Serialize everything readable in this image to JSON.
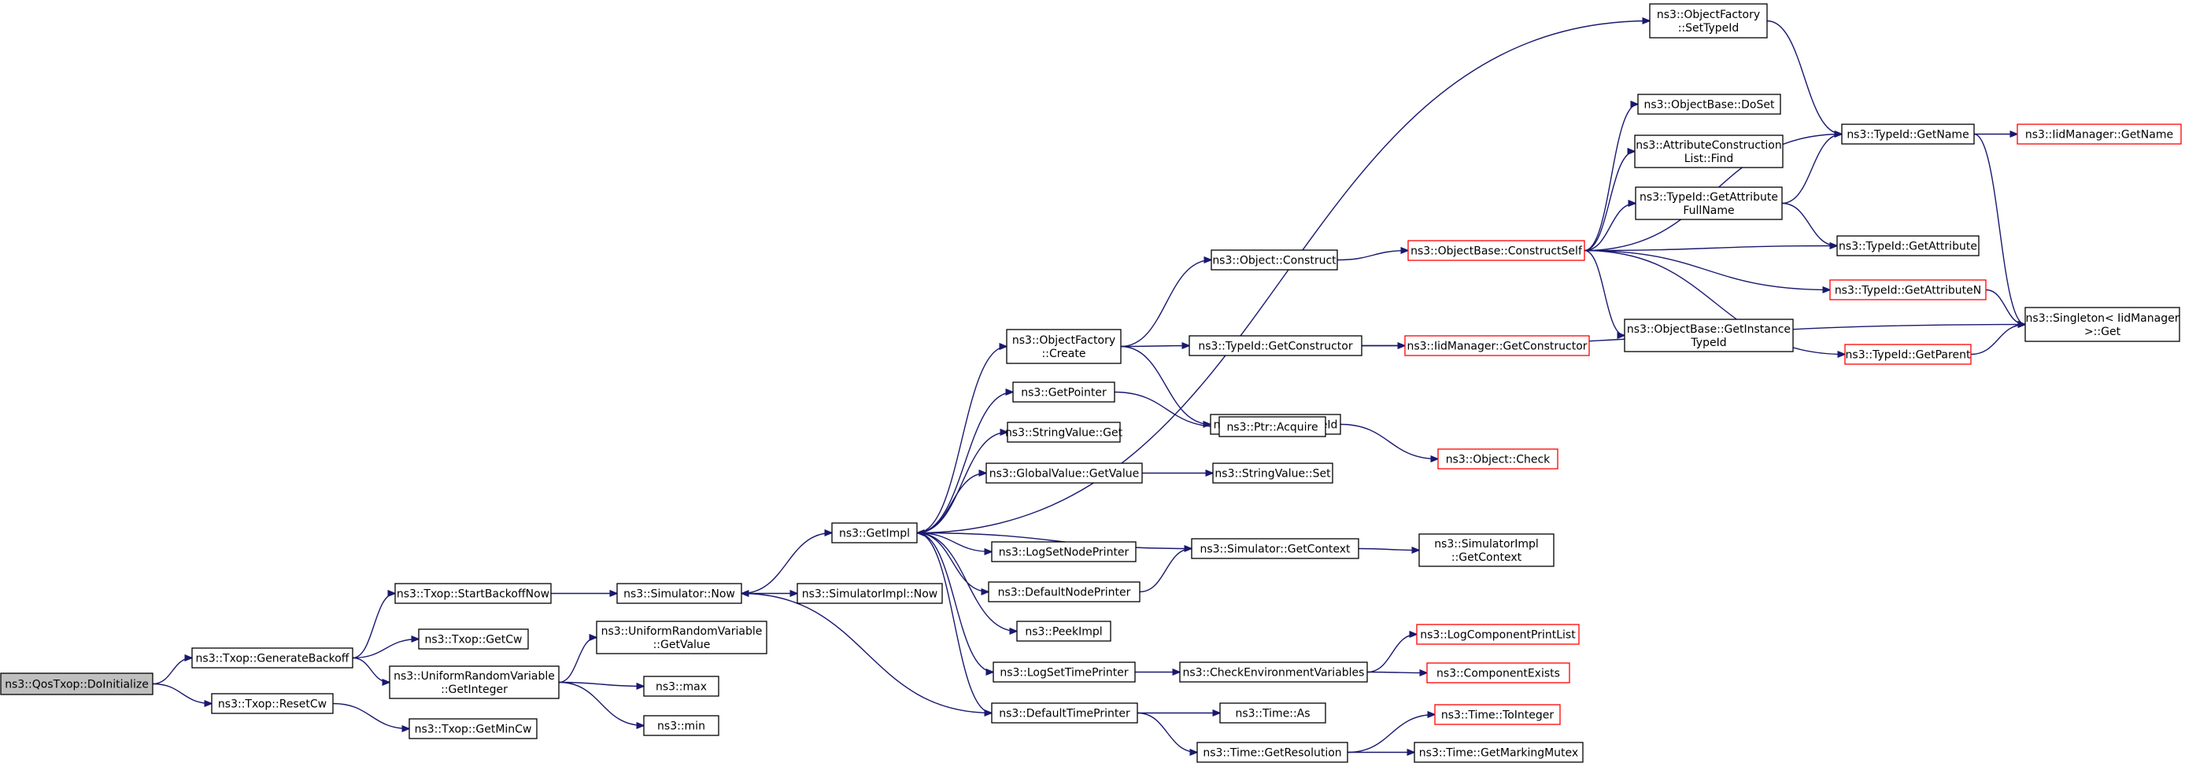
{
  "colors": {
    "edge": "#191970",
    "truncated_border": "#ff0000",
    "root_fill": "#bfbfbf",
    "border": "#000000"
  },
  "nodes": [
    {
      "id": "root",
      "lines": [
        "ns3::QosTxop::DoInitialize"
      ],
      "style": "root"
    },
    {
      "id": "genBackoff",
      "lines": [
        "ns3::Txop::GenerateBackoff"
      ]
    },
    {
      "id": "resetCw",
      "lines": [
        "ns3::Txop::ResetCw"
      ]
    },
    {
      "id": "startBackoff",
      "lines": [
        "ns3::Txop::StartBackoffNow"
      ]
    },
    {
      "id": "getCw",
      "lines": [
        "ns3::Txop::GetCw"
      ]
    },
    {
      "id": "uGetInteger",
      "lines": [
        "ns3::UniformRandomVariable",
        "::GetInteger"
      ]
    },
    {
      "id": "getMinCw",
      "lines": [
        "ns3::Txop::GetMinCw"
      ]
    },
    {
      "id": "simNow",
      "lines": [
        "ns3::Simulator::Now"
      ]
    },
    {
      "id": "uGetValue",
      "lines": [
        "ns3::UniformRandomVariable",
        "::GetValue"
      ]
    },
    {
      "id": "max",
      "lines": [
        "ns3::max"
      ]
    },
    {
      "id": "min",
      "lines": [
        "ns3::min"
      ]
    },
    {
      "id": "getImpl",
      "lines": [
        "ns3::GetImpl"
      ]
    },
    {
      "id": "simImplNow",
      "lines": [
        "ns3::SimulatorImpl::Now"
      ]
    },
    {
      "id": "ofCreate",
      "lines": [
        "ns3::ObjectFactory",
        "::Create"
      ]
    },
    {
      "id": "getPointer",
      "lines": [
        "ns3::GetPointer"
      ]
    },
    {
      "id": "strValGet",
      "lines": [
        "ns3::StringValue::Get"
      ]
    },
    {
      "id": "gvGetValue",
      "lines": [
        "ns3::GlobalValue::GetValue"
      ]
    },
    {
      "id": "logSetNode",
      "lines": [
        "ns3::LogSetNodePrinter"
      ]
    },
    {
      "id": "defNodePrinter",
      "lines": [
        "ns3::DefaultNodePrinter"
      ]
    },
    {
      "id": "peekImpl",
      "lines": [
        "ns3::PeekImpl"
      ]
    },
    {
      "id": "logSetTime",
      "lines": [
        "ns3::LogSetTimePrinter"
      ]
    },
    {
      "id": "defTimePrinter",
      "lines": [
        "ns3::DefaultTimePrinter"
      ]
    },
    {
      "id": "objConstruct",
      "lines": [
        "ns3::Object::Construct"
      ]
    },
    {
      "id": "tidGetCtor",
      "lines": [
        "ns3::TypeId::GetConstructor"
      ]
    },
    {
      "id": "objSetTypeId",
      "lines": [
        "ns3::Object::SetTypeId"
      ]
    },
    {
      "id": "ptrAcquire",
      "lines": [
        "ns3::Ptr::Acquire"
      ]
    },
    {
      "id": "strValSet",
      "lines": [
        "ns3::StringValue::Set"
      ]
    },
    {
      "id": "simGetContext",
      "lines": [
        "ns3::Simulator::GetContext"
      ]
    },
    {
      "id": "checkEnv",
      "lines": [
        "ns3::CheckEnvironmentVariables"
      ]
    },
    {
      "id": "timeAs",
      "lines": [
        "ns3::Time::As"
      ]
    },
    {
      "id": "timeGetRes",
      "lines": [
        "ns3::Time::GetResolution"
      ]
    },
    {
      "id": "ofSetTypeId",
      "lines": [
        "ns3::ObjectFactory",
        "::SetTypeId"
      ]
    },
    {
      "id": "obConstructSelf",
      "lines": [
        "ns3::ObjectBase::ConstructSelf"
      ],
      "style": "red"
    },
    {
      "id": "iidGetCtor",
      "lines": [
        "ns3::IidManager::GetConstructor"
      ],
      "style": "red"
    },
    {
      "id": "objCheck",
      "lines": [
        "ns3::Object::Check"
      ],
      "style": "red"
    },
    {
      "id": "simImplGetContext",
      "lines": [
        "ns3::SimulatorImpl",
        "::GetContext"
      ]
    },
    {
      "id": "logCompPrintList",
      "lines": [
        "ns3::LogComponentPrintList"
      ],
      "style": "red"
    },
    {
      "id": "compExists",
      "lines": [
        "ns3::ComponentExists"
      ],
      "style": "red"
    },
    {
      "id": "timeToInteger",
      "lines": [
        "ns3::Time::ToInteger"
      ],
      "style": "red"
    },
    {
      "id": "timeGetMarking",
      "lines": [
        "ns3::Time::GetMarkingMutex"
      ]
    },
    {
      "id": "obDoSet",
      "lines": [
        "ns3::ObjectBase::DoSet"
      ]
    },
    {
      "id": "acListFind",
      "lines": [
        "ns3::AttributeConstruction",
        "List::Find"
      ]
    },
    {
      "id": "tidGetAttrFull",
      "lines": [
        "ns3::TypeId::GetAttribute",
        "FullName"
      ]
    },
    {
      "id": "obGetInstTid",
      "lines": [
        "ns3::ObjectBase::GetInstance",
        "TypeId"
      ]
    },
    {
      "id": "tidGetName",
      "lines": [
        "ns3::TypeId::GetName"
      ]
    },
    {
      "id": "tidGetAttr",
      "lines": [
        "ns3::TypeId::GetAttribute"
      ]
    },
    {
      "id": "tidGetAttrN",
      "lines": [
        "ns3::TypeId::GetAttributeN"
      ],
      "style": "red"
    },
    {
      "id": "tidGetParent",
      "lines": [
        "ns3::TypeId::GetParent"
      ],
      "style": "red"
    },
    {
      "id": "iidGetName",
      "lines": [
        "ns3::IidManager::GetName"
      ],
      "style": "red"
    },
    {
      "id": "singletonGet",
      "lines": [
        "ns3::Singleton< IidManager",
        " >::Get"
      ]
    }
  ],
  "edges": [
    [
      "root",
      "genBackoff"
    ],
    [
      "root",
      "resetCw"
    ],
    [
      "genBackoff",
      "startBackoff"
    ],
    [
      "genBackoff",
      "getCw"
    ],
    [
      "genBackoff",
      "uGetInteger"
    ],
    [
      "resetCw",
      "getMinCw"
    ],
    [
      "startBackoff",
      "simNow"
    ],
    [
      "uGetInteger",
      "uGetValue"
    ],
    [
      "uGetInteger",
      "max"
    ],
    [
      "uGetInteger",
      "min"
    ],
    [
      "simNow",
      "getImpl"
    ],
    [
      "simNow",
      "simImplNow"
    ],
    [
      "getImpl",
      "ofCreate"
    ],
    [
      "getImpl",
      "getPointer"
    ],
    [
      "getImpl",
      "strValGet"
    ],
    [
      "getImpl",
      "gvGetValue"
    ],
    [
      "getImpl",
      "logSetNode"
    ],
    [
      "getImpl",
      "defNodePrinter"
    ],
    [
      "getImpl",
      "peekImpl"
    ],
    [
      "getImpl",
      "logSetTime"
    ],
    [
      "getImpl",
      "defTimePrinter"
    ],
    [
      "getImpl",
      "ofSetTypeId"
    ],
    [
      "ofCreate",
      "objConstruct"
    ],
    [
      "ofCreate",
      "tidGetCtor"
    ],
    [
      "ofCreate",
      "objSetTypeId"
    ],
    [
      "getPointer",
      "ptrAcquire"
    ],
    [
      "gvGetValue",
      "strValSet"
    ],
    [
      "defNodePrinter",
      "simGetContext"
    ],
    [
      "simGetContext",
      "getImpl"
    ],
    [
      "simGetContext",
      "simImplGetContext"
    ],
    [
      "logSetTime",
      "checkEnv"
    ],
    [
      "checkEnv",
      "logCompPrintList"
    ],
    [
      "checkEnv",
      "compExists"
    ],
    [
      "defTimePrinter",
      "simNow"
    ],
    [
      "defTimePrinter",
      "timeAs"
    ],
    [
      "defTimePrinter",
      "timeGetRes"
    ],
    [
      "timeGetRes",
      "timeToInteger"
    ],
    [
      "timeGetRes",
      "timeGetMarking"
    ],
    [
      "objConstruct",
      "obConstructSelf"
    ],
    [
      "tidGetCtor",
      "iidGetCtor"
    ],
    [
      "tidGetCtor",
      "singletonGet"
    ],
    [
      "objSetTypeId",
      "objCheck"
    ],
    [
      "ofSetTypeId",
      "tidGetName"
    ],
    [
      "obConstructSelf",
      "obDoSet"
    ],
    [
      "obConstructSelf",
      "acListFind"
    ],
    [
      "obConstructSelf",
      "tidGetAttrFull"
    ],
    [
      "obConstructSelf",
      "obGetInstTid"
    ],
    [
      "obConstructSelf",
      "tidGetName"
    ],
    [
      "obConstructSelf",
      "tidGetAttr"
    ],
    [
      "obConstructSelf",
      "tidGetAttrN"
    ],
    [
      "obConstructSelf",
      "tidGetParent"
    ],
    [
      "tidGetAttrFull",
      "tidGetName"
    ],
    [
      "tidGetAttrFull",
      "tidGetAttr"
    ],
    [
      "tidGetName",
      "iidGetName"
    ],
    [
      "tidGetName",
      "singletonGet"
    ],
    [
      "tidGetAttrN",
      "singletonGet"
    ],
    [
      "tidGetParent",
      "singletonGet"
    ]
  ]
}
